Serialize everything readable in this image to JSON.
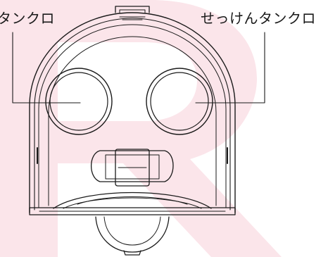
{
  "diagram": {
    "labels": {
      "left_tank": "タンクロ",
      "right_tank": "せっけんタンクロ"
    },
    "icons": {
      "watermark": "pink-letter-watermark"
    },
    "colors": {
      "line": "#1a1a1a",
      "watermark": "#fbe5ea",
      "background": "#ffffff"
    }
  }
}
